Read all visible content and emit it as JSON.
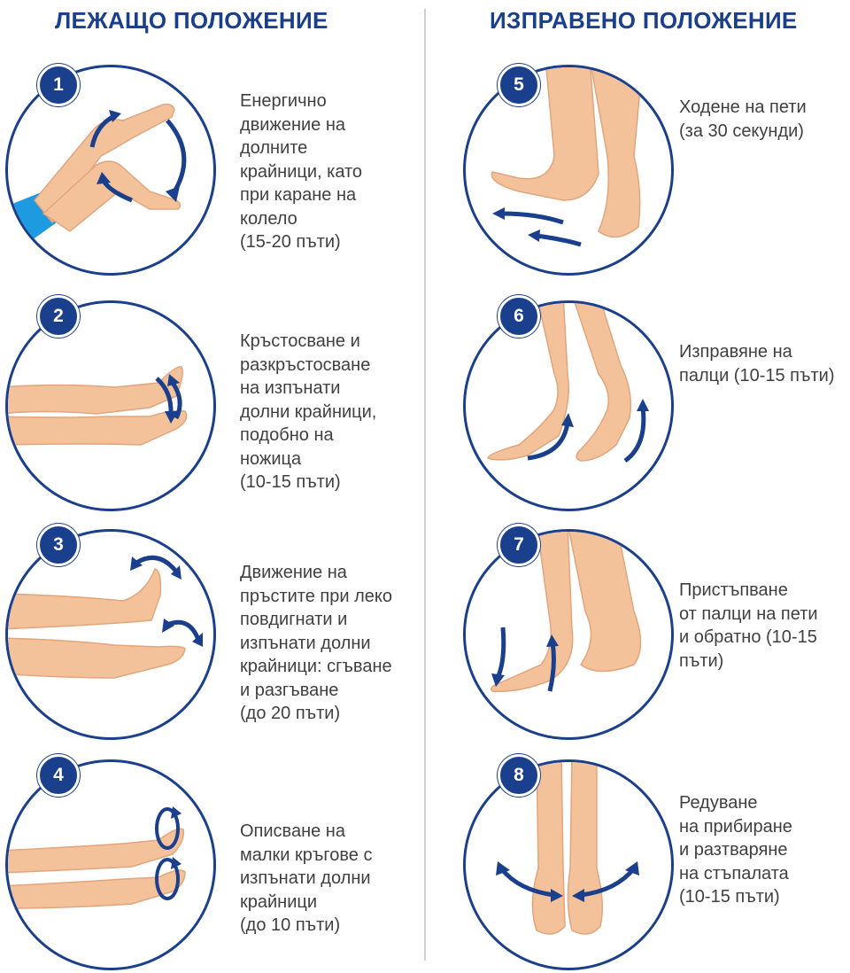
{
  "headings": {
    "left": "ЛЕЖАЩО ПОЛОЖЕНИЕ",
    "right": "ИЗПРАВЕНО ПОЛОЖЕНИЕ"
  },
  "colors": {
    "accent": "#1a3f8c",
    "skin": "#f3c19a",
    "skin_shadow": "#e2a57c",
    "garment": "#1e9be0",
    "text": "#404040",
    "divider": "#d2d2d2"
  },
  "steps": [
    {
      "number": "1",
      "lines": [
        "Енергично",
        "движение на",
        "долните",
        "крайници, като",
        "при каране на",
        "колело",
        "(15-20 пъти)"
      ]
    },
    {
      "number": "2",
      "lines": [
        "Кръстосване и",
        "разкръстосване",
        "на изпънати",
        "долни крайници,",
        "подобно на",
        "ножица",
        "(10-15 пъти)"
      ]
    },
    {
      "number": "3",
      "lines": [
        "Движение на",
        "пръстите при леко",
        "повдигнати и",
        "изпънати долни",
        "крайници: сгъване",
        "и разгъване",
        "(до 20 пъти)"
      ]
    },
    {
      "number": "4",
      "lines": [
        "Описване на",
        "малки кръгове с",
        "изпънати долни",
        "крайници",
        "(до 10 пъти)"
      ]
    },
    {
      "number": "5",
      "lines": [
        "Ходене на пети",
        "(за 30 секунди)"
      ]
    },
    {
      "number": "6",
      "lines": [
        "Изправяне на",
        "палци (10-15 пъти)"
      ]
    },
    {
      "number": "7",
      "lines": [
        "Пристъпване",
        "от палци на пети",
        "и обратно (10-15",
        "пъти)"
      ]
    },
    {
      "number": "8",
      "lines": [
        "Редуване",
        "на прибиране",
        "и разтваряне",
        "на стъпалата",
        "(10-15 пъти)"
      ]
    }
  ]
}
